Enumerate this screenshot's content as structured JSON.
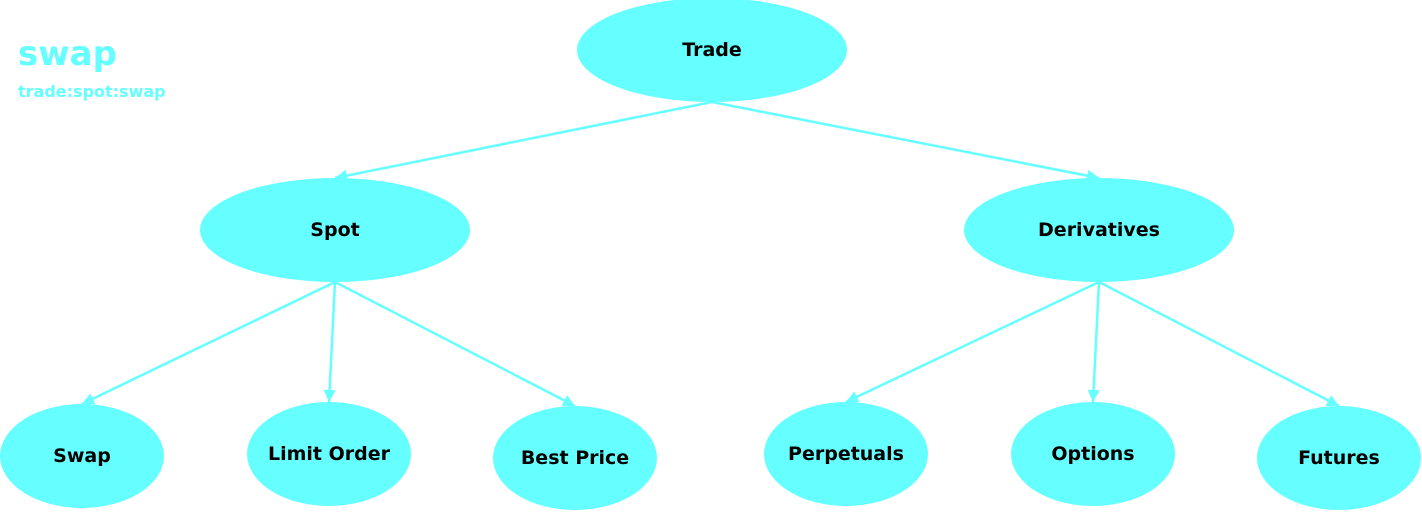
{
  "header": {
    "title": "swap",
    "path": "trade:spot:swap"
  },
  "colors": {
    "node_fill": "#66ffff",
    "edge": "#66ffff",
    "header_text": "#66ffff",
    "label_text": "#000000"
  },
  "tree": {
    "root": {
      "label": "Trade",
      "children": [
        {
          "label": "Spot",
          "children": [
            {
              "label": "Swap"
            },
            {
              "label": "Limit Order"
            },
            {
              "label": "Best Price"
            }
          ]
        },
        {
          "label": "Derivatives",
          "children": [
            {
              "label": "Perpetuals"
            },
            {
              "label": "Options"
            },
            {
              "label": "Futures"
            }
          ]
        }
      ]
    }
  }
}
